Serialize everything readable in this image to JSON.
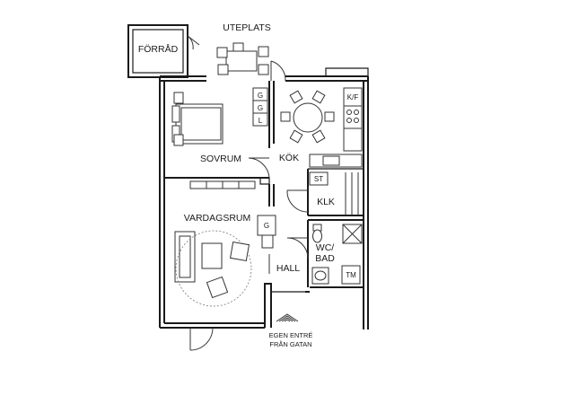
{
  "rooms": {
    "forrad": "FÖRRÅD",
    "uteplats": "UTEPLATS",
    "sovrum": "SOVRUM",
    "kok": "KÖK",
    "vardagsrum": "VARDAGSRUM",
    "klk": "KLK",
    "wc_bad_line1": "WC/",
    "wc_bad_line2": "BAD",
    "hall": "HALL"
  },
  "fixtures": {
    "g1": "G",
    "g2": "G",
    "l": "L",
    "kf": "K/F",
    "st": "ST",
    "g_hall": "G",
    "tm": "TM"
  },
  "entrance": {
    "line1": "EGEN ENTRÉ",
    "line2": "FRÅN GATAN"
  }
}
